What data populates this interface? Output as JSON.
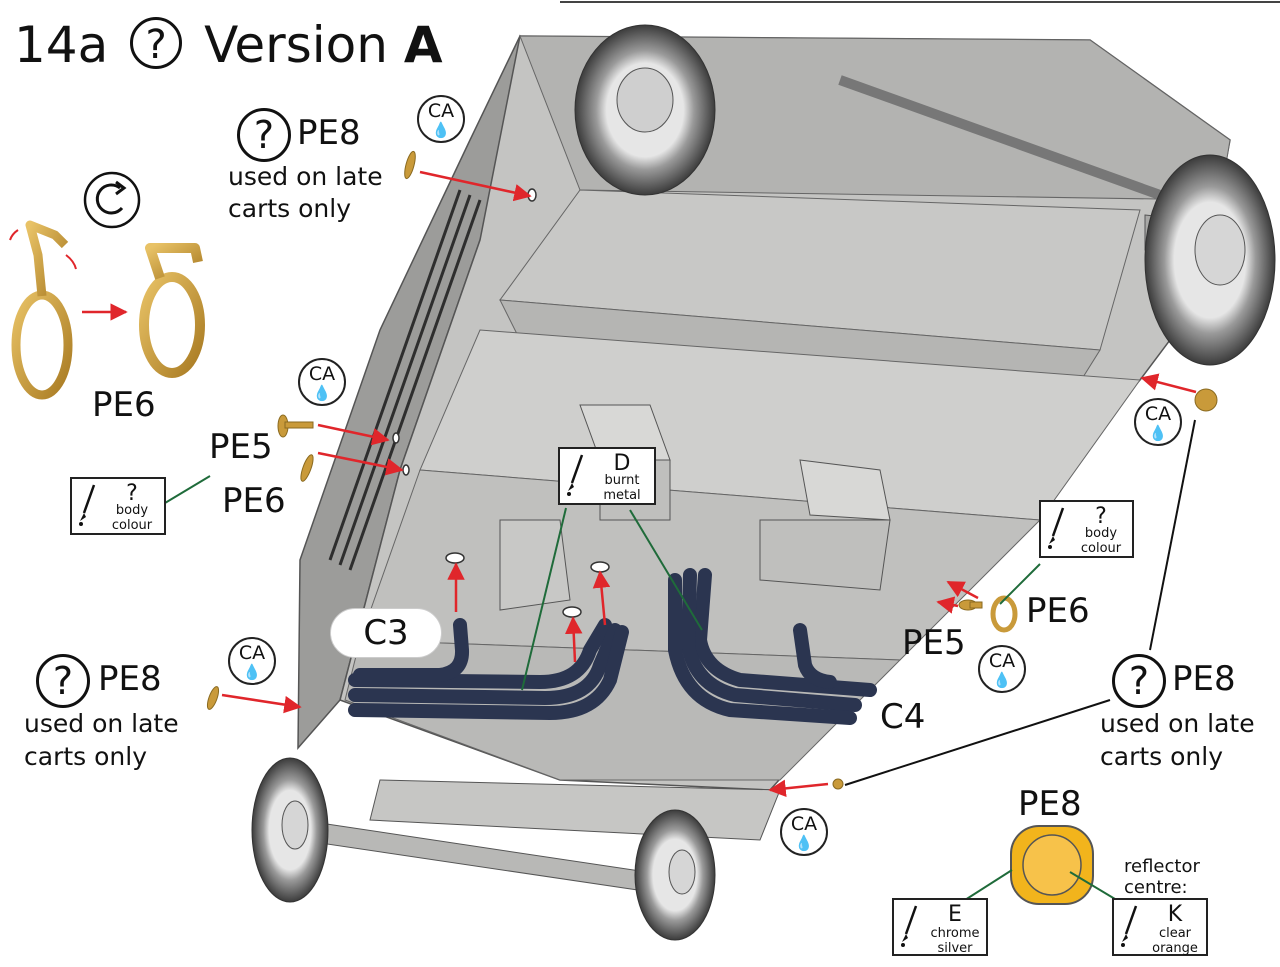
{
  "title": {
    "step": "14a",
    "q": "?",
    "version_word": "Version",
    "version_letter": "A"
  },
  "labels": {
    "pe8_top": "PE8",
    "pe8_top_note1": "used on late",
    "pe8_top_note2": "carts only",
    "pe6_left": "PE6",
    "pe5_mid": "PE5",
    "pe6_mid": "PE6",
    "pe8_left": "PE8",
    "pe8_left_note1": "used on late",
    "pe8_left_note2": "carts only",
    "c3": "C3",
    "c4": "C4",
    "pe6_right": "PE6",
    "pe5_right": "PE5",
    "pe8_right": "PE8",
    "pe8_right_note1": "used on late",
    "pe8_right_note2": "carts only",
    "pe8_bottom": "PE8",
    "reflector1": "reflector",
    "reflector2": "centre:"
  },
  "q_symbol": "?",
  "ca": {
    "label": "CA",
    "drop": "💧"
  },
  "paint": {
    "body_left": {
      "code": "?",
      "line1": "body",
      "line2": "colour"
    },
    "body_right": {
      "code": "?",
      "line1": "body",
      "line2": "colour"
    },
    "burnt": {
      "code": "D",
      "line1": "burnt",
      "line2": "metal"
    },
    "chrome": {
      "code": "E",
      "line1": "chrome",
      "line2": "silver"
    },
    "orange": {
      "code": "K",
      "line1": "clear",
      "line2": "orange"
    }
  },
  "colors": {
    "body_grey": "#bdbdbb",
    "part_gold": "#c99a3a",
    "exhaust_blue": "#2b3550",
    "arrow_red": "#e0262b",
    "leader_green": "#1f6b3a"
  }
}
